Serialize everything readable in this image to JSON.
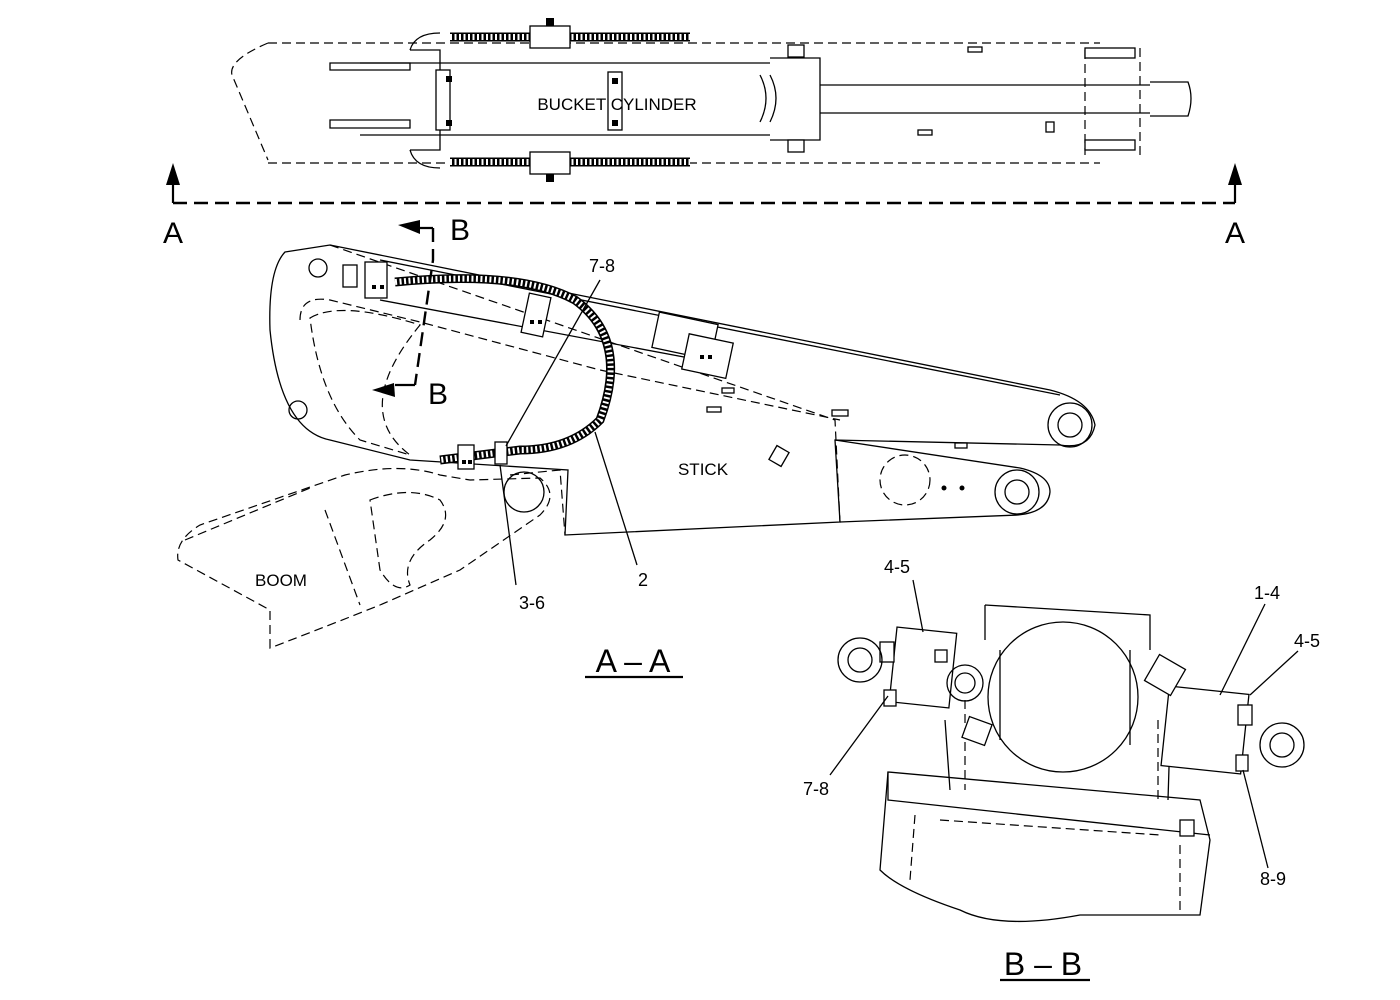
{
  "top_view": {
    "cylinder_label": "BUCKET CYLINDER",
    "section_marker_left": "A",
    "section_marker_right": "A"
  },
  "side_view": {
    "section_b_top": "B",
    "section_b_bottom": "B",
    "callout_hose": "2",
    "callout_clamp": "3-6",
    "callout_bolts": "7-8",
    "stick_label": "STICK",
    "boom_label": "BOOM",
    "view_title": "A – A"
  },
  "detail_view": {
    "callout_top_left": "4-5",
    "callout_top_right_1": "1-4",
    "callout_top_right_2": "4-5",
    "callout_bottom_left": "7-8",
    "callout_bottom_right": "8-9",
    "view_title": "B – B"
  }
}
